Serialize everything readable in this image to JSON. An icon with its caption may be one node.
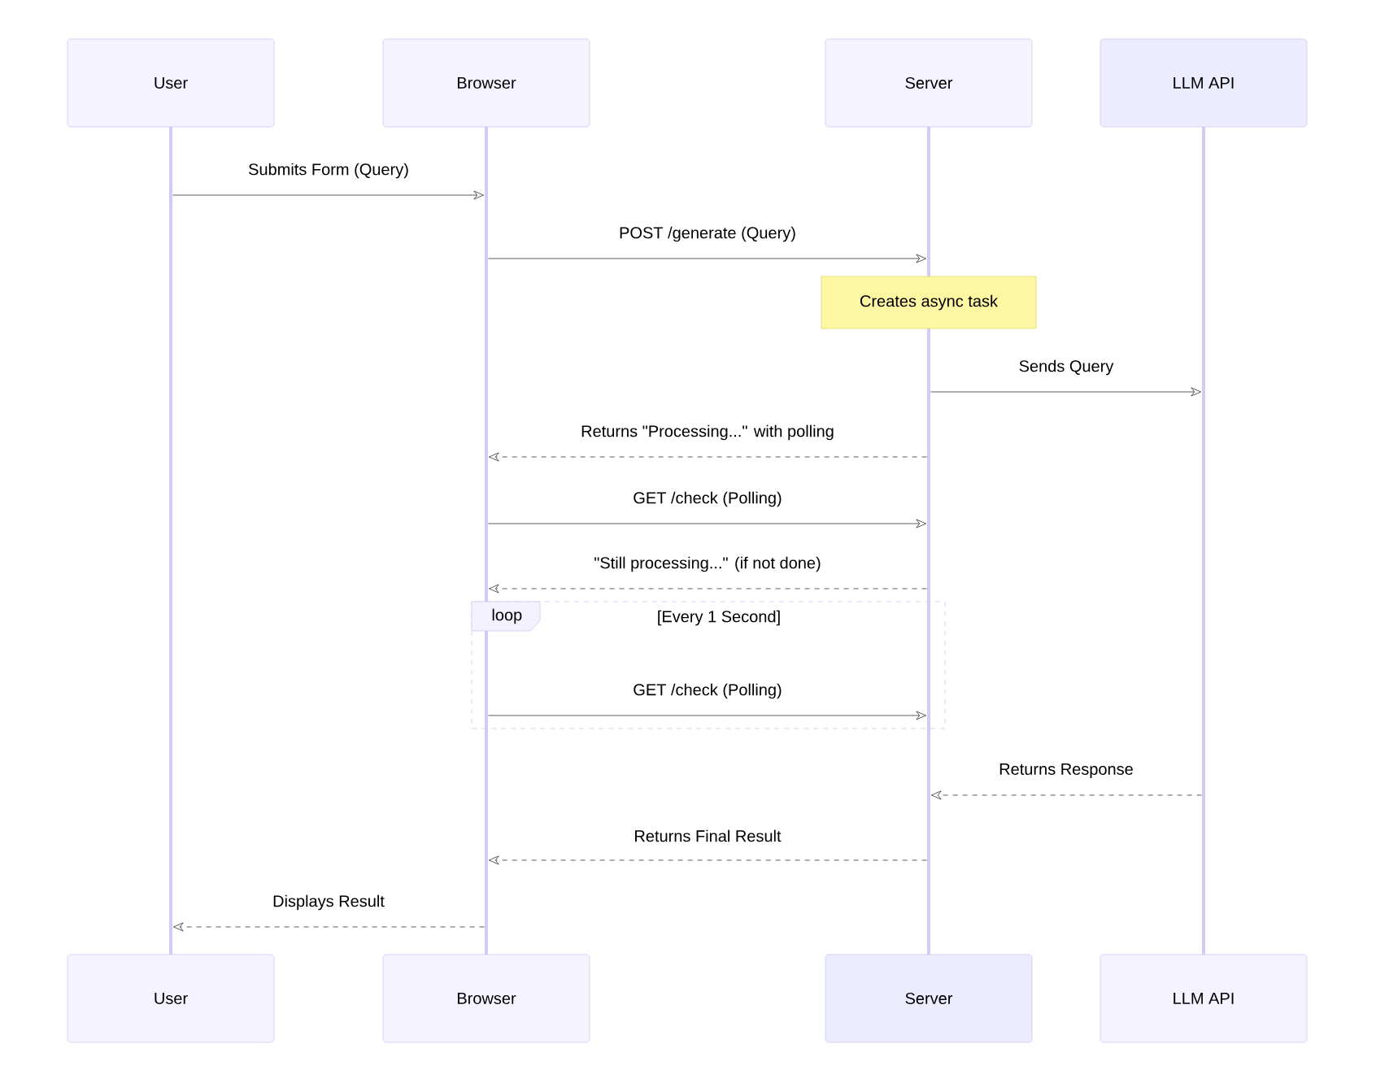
{
  "diagram": {
    "nodes": [
      {
        "text": [
          "User"
        ]
      },
      {
        "text": [
          "Browser"
        ]
      },
      {
        "text": [
          "Server"
        ]
      },
      {
        "text": [
          "LLM API"
        ]
      },
      {
        "text": [
          "Creates async task"
        ]
      },
      {
        "text": [
          "loop"
        ]
      },
      {
        "text": [
          "User"
        ]
      },
      {
        "text": [
          "Browser"
        ]
      },
      {
        "text": [
          "Server"
        ]
      },
      {
        "text": [
          "LLM API"
        ]
      },
      {
        "text": [],
        "shape": "bar"
      },
      {
        "text": [],
        "shape": "bar"
      },
      {
        "text": [],
        "shape": "bar"
      },
      {
        "text": [],
        "shape": "bar"
      },
      {
        "text": [],
        "shape": "bar"
      }
    ],
    "edges": [
      {
        "from": 10,
        "to": 11,
        "arrow": "to",
        "label": "Submits Form (Query)"
      },
      {
        "from": 11,
        "to": 12,
        "arrow": "to",
        "label": "POST /generate (Query)"
      },
      {
        "from": 13,
        "to": 14,
        "arrow": "to",
        "label": "Sends Query"
      },
      {
        "from": 13,
        "to": 11,
        "arrow": "to",
        "label": "Returns \"Processing...\" with polling",
        "style": "dashed"
      },
      {
        "from": 11,
        "to": 13,
        "arrow": "to",
        "label": "GET /check (Polling)"
      },
      {
        "from": 13,
        "to": 11,
        "arrow": "to",
        "label": "\"Still processing...\" (if not done)",
        "style": "dashed"
      },
      {
        "from": 11,
        "to": 13,
        "arrow": "to",
        "label": "GET /check (Polling)"
      },
      {
        "from": 14,
        "to": 13,
        "arrow": "to",
        "label": "Returns Response",
        "style": "dashed"
      },
      {
        "from": 13,
        "to": 11,
        "arrow": "to",
        "label": "Returns Final Result",
        "style": "dashed"
      },
      {
        "from": 11,
        "to": 10,
        "arrow": "to",
        "label": "Displays Result",
        "style": "dashed"
      }
    ],
    "labels": [
      "[Every 1 Second]"
    ]
  }
}
